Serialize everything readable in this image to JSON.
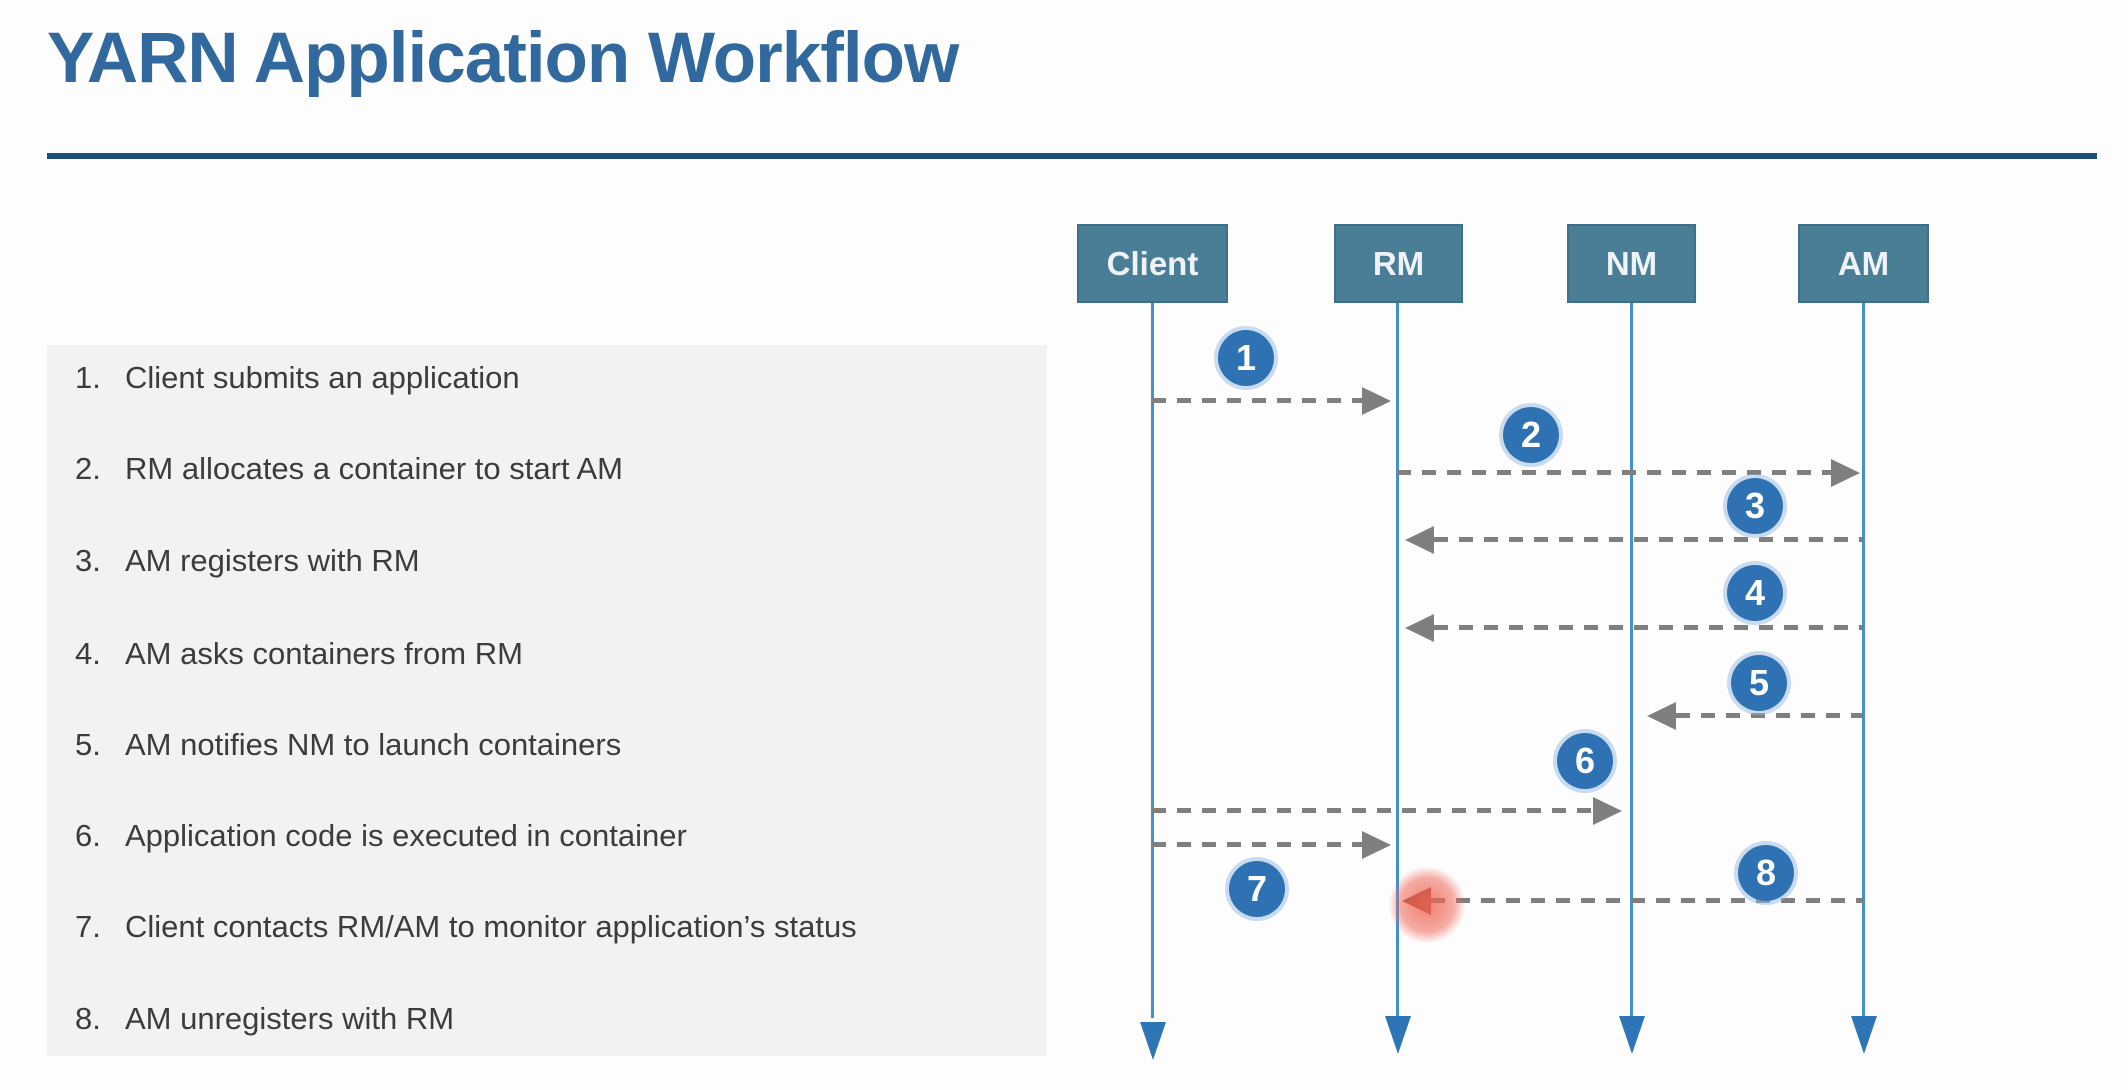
{
  "slide": {
    "title": "YARN Application Workflow"
  },
  "steps": [
    {
      "num": "1.",
      "text": "Client submits an application"
    },
    {
      "num": "2.",
      "text": "RM allocates a container to start AM"
    },
    {
      "num": "3.",
      "text": "AM registers with RM"
    },
    {
      "num": "4.",
      "text": "AM asks containers from RM"
    },
    {
      "num": "5.",
      "text": "AM notifies NM to launch containers"
    },
    {
      "num": "6.",
      "text": "Application code is executed in container"
    },
    {
      "num": "7.",
      "text": "Client contacts RM/AM to monitor application’s status"
    },
    {
      "num": "8.",
      "text": "AM unregisters with RM"
    }
  ],
  "diagram": {
    "lifelines": [
      {
        "label": "Client"
      },
      {
        "label": "RM"
      },
      {
        "label": "NM"
      },
      {
        "label": "AM"
      }
    ],
    "messages": [
      {
        "step": "1",
        "from": "Client",
        "to": "RM"
      },
      {
        "step": "2",
        "from": "RM",
        "to": "AM"
      },
      {
        "step": "3",
        "from": "AM",
        "to": "RM"
      },
      {
        "step": "4",
        "from": "AM",
        "to": "RM"
      },
      {
        "step": "5",
        "from": "AM",
        "to": "NM"
      },
      {
        "step": "6",
        "from": "Client",
        "to": "NM"
      },
      {
        "step": "7",
        "from": "Client",
        "to": "RM"
      },
      {
        "step": "8",
        "from": "AM",
        "to": "RM",
        "highlight": "laser-pointer"
      }
    ],
    "colors": {
      "title_blue": "#31699e",
      "underline_navy": "#1f4e79",
      "panel_gray": "#f2f2f2",
      "lane_fill": "#4a7e96",
      "lifeline_blue": "#4390cd",
      "arrowhead_blue": "#2e75b6",
      "badge_blue": "#2e72b4",
      "dash_gray": "#7f7f7f",
      "highlight_red": "#ee6858",
      "highlight_arrowhead": "#9c4136"
    }
  }
}
